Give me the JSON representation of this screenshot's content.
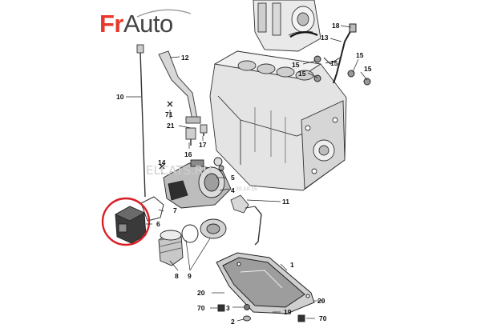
{
  "logo": {
    "brand_left": "Fr",
    "brand_right": "Auto",
    "accent_color": "#e8382c",
    "text_color": "#444444"
  },
  "watermark": {
    "text": "ELCATS.RU",
    "stamp": "30.10.15"
  },
  "highlight": {
    "target_part": "6",
    "color": "#d81f26"
  },
  "callouts": {
    "c18": "18",
    "c13": "13",
    "c15a": "15",
    "c15b": "15",
    "c15c": "15",
    "c15d": "15",
    "c15e": "15",
    "c12": "12",
    "c10": "10",
    "c71": "71",
    "c21": "21",
    "c16": "16",
    "c17": "17",
    "c14": "14",
    "c5": "5",
    "c4": "4",
    "c7": "7",
    "c6": "6",
    "c11": "11",
    "c8": "8",
    "c9": "9",
    "c1": "1",
    "c20": "20",
    "c70a": "70",
    "c70b": "70",
    "c3": "3",
    "c19": "19",
    "c2": "2"
  }
}
